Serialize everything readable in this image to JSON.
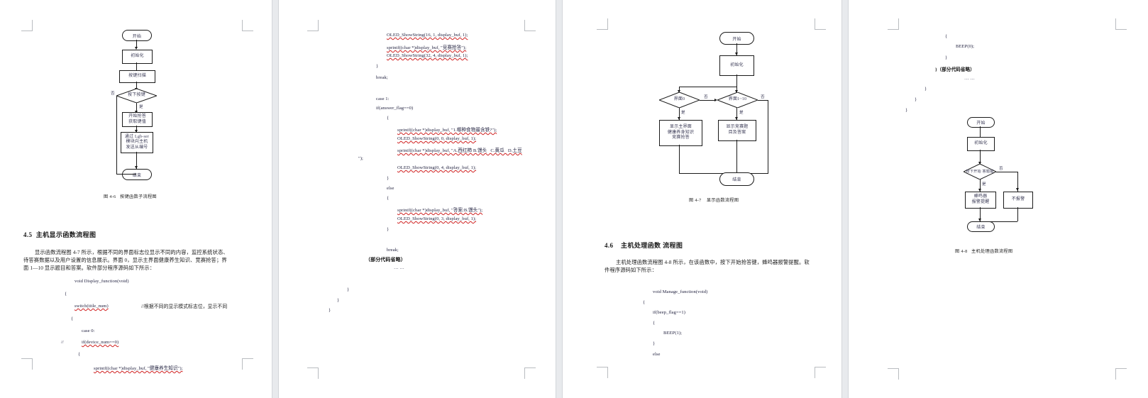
{
  "document": {
    "app": "document-viewer",
    "page_count": 4,
    "background": "#e8eaed",
    "paper": "#ffffff"
  },
  "pages": [
    {
      "id": "page-1",
      "figure": {
        "caption": "图 4-6   按键函数子流程图",
        "nodes": {
          "start": "开始",
          "init": "初始化",
          "scan": "按键扫描",
          "decision": "按下按键",
          "yes": "是",
          "no": "否",
          "act1": "开始抢答\n获取键值",
          "act2": "通过 Lgb-ser\n模块向主机\n发送从编号",
          "end": "结束"
        }
      },
      "heading": "4.5  主机显示函数流程图",
      "paragraph": [
        "显示函数流程图 4-7 所示，根据不同的界面标志位显示不同的内容，监控系统状态、",
        "待答赛数据以及用户设置的信息展示。界面 0，显示主界面健康养生知识、竞赛抢答；界",
        "面 1—10 显示题目和答案。软件部分程序源码如下所示："
      ],
      "code": [
        {
          "indent": 0,
          "text": "void Display_function(void)",
          "kind": "plain"
        },
        {
          "indent": 0,
          "text": "{",
          "kind": "brace"
        },
        {
          "indent": 1,
          "text": "switch(title_num)",
          "kind": "spell",
          "comment": "//根据不同的显示模式标志位，显示不同"
        },
        {
          "indent": 1,
          "text": "{",
          "kind": "brace"
        },
        {
          "indent": 2,
          "text": "case 0:",
          "kind": "plain"
        },
        {
          "indent": 2,
          "text": "if(device_num==0)",
          "kind": "spell",
          "prefix": "//"
        },
        {
          "indent": 2,
          "text": "{",
          "kind": "brace"
        },
        {
          "indent": 3,
          "text": "sprintf((char *)display_buf, \"健康养生知识\");",
          "kind": "spell"
        }
      ]
    },
    {
      "id": "page-2",
      "code": [
        {
          "indent": 3,
          "text": "OLED_ShowString(16, 1, display_buf, 1);"
        },
        {
          "indent": 3,
          "text": "sprintf((char *)display_buf, \"竞赛抢答\");"
        },
        {
          "indent": 3,
          "text": "OLED_ShowString(32, 4, display_buf, 1);"
        },
        {
          "indent": 1,
          "text": "}"
        },
        {
          "indent": 1,
          "text": "break;"
        },
        {
          "indent": 1,
          "text": ""
        },
        {
          "indent": 1,
          "text": "case 1:"
        },
        {
          "indent": 1,
          "text": "if(answer_flag==0)"
        },
        {
          "indent": 2,
          "text": "{"
        },
        {
          "indent": 3,
          "text": "sprintf((char *)display_buf, \"1.哪种食物最含铁?\");"
        },
        {
          "indent": 3,
          "text": "OLED_ShowString(0, 0, display_buf, 1);"
        },
        {
          "indent": 3,
          "text": "sprintf((char *)display_buf, \"A.西红柿 B.馒头   C.黄瓜   D.土豆"
        },
        {
          "indent": 0,
          "text": "\");"
        },
        {
          "indent": 3,
          "text": "OLED_ShowString(0, 4, display_buf, 1);"
        },
        {
          "indent": 2,
          "text": "}"
        },
        {
          "indent": 2,
          "text": "else"
        },
        {
          "indent": 2,
          "text": "{"
        },
        {
          "indent": 3,
          "text": "sprintf((char *)display_buf, \"答案:B.馒头\");"
        },
        {
          "indent": 3,
          "text": "OLED_ShowString(0, 3, display_buf, 1);"
        },
        {
          "indent": 2,
          "text": "}"
        },
        {
          "indent": 1,
          "text": ""
        },
        {
          "indent": 2,
          "text": "break;"
        },
        {
          "indent": 1,
          "text": "（部分代码省略）"
        },
        {
          "indent": 2,
          "text": "……"
        },
        {
          "indent": 1,
          "text": "}"
        },
        {
          "indent": 0,
          "text": "}"
        },
        {
          "indent": 0,
          "text": "}"
        }
      ]
    },
    {
      "id": "page-3",
      "figure": {
        "caption": "图 4-7    显示函数流程图",
        "nodes": {
          "start": "开始",
          "init": "初始化",
          "dec_left": "界面0",
          "dec_right": "界面1~10",
          "yes": "是",
          "no": "否",
          "act_left": "显示主界面\n健康养身知识\n竞赛抢答",
          "act_right": "显示竞赛题\n目及答案",
          "end": "结束"
        }
      },
      "heading": "4.6    主机处理函数 流程图",
      "paragraph": [
        "主机处理函数流程图 4-8 所示，在该函数中，按下开始抢答键，蜂鸣器报警提醒。软",
        "件程序源码如下所示："
      ],
      "code": [
        {
          "indent": 0,
          "text": "void Manage_function(void)"
        },
        {
          "indent": 0,
          "text": "{"
        },
        {
          "indent": 1,
          "text": "if(beep_flag==1)"
        },
        {
          "indent": 1,
          "text": "{"
        },
        {
          "indent": 2,
          "text": "BEEP(1);"
        },
        {
          "indent": 1,
          "text": "}"
        },
        {
          "indent": 1,
          "text": "else"
        }
      ]
    },
    {
      "id": "page-4",
      "code": [
        {
          "indent": 3,
          "text": "{"
        },
        {
          "indent": 4,
          "text": "BEEP(0);"
        },
        {
          "indent": 3,
          "text": "}"
        },
        {
          "indent": 2,
          "text": "}（部分代码省略）"
        },
        {
          "indent": 4,
          "text": "……"
        },
        {
          "indent": 2,
          "text": "}"
        },
        {
          "indent": 1,
          "text": "}"
        },
        {
          "indent": 0,
          "text": "}"
        }
      ],
      "figure": {
        "caption": "图 4-8   主机处理函数流程图",
        "nodes": {
          "start": "开始",
          "init": "初始化",
          "decision": "按下开始\n答题键",
          "yes": "是",
          "no": "否",
          "act_yes": "蜂鸣器\n报警提醒",
          "act_no": "不报警",
          "end": "结束"
        }
      }
    }
  ]
}
